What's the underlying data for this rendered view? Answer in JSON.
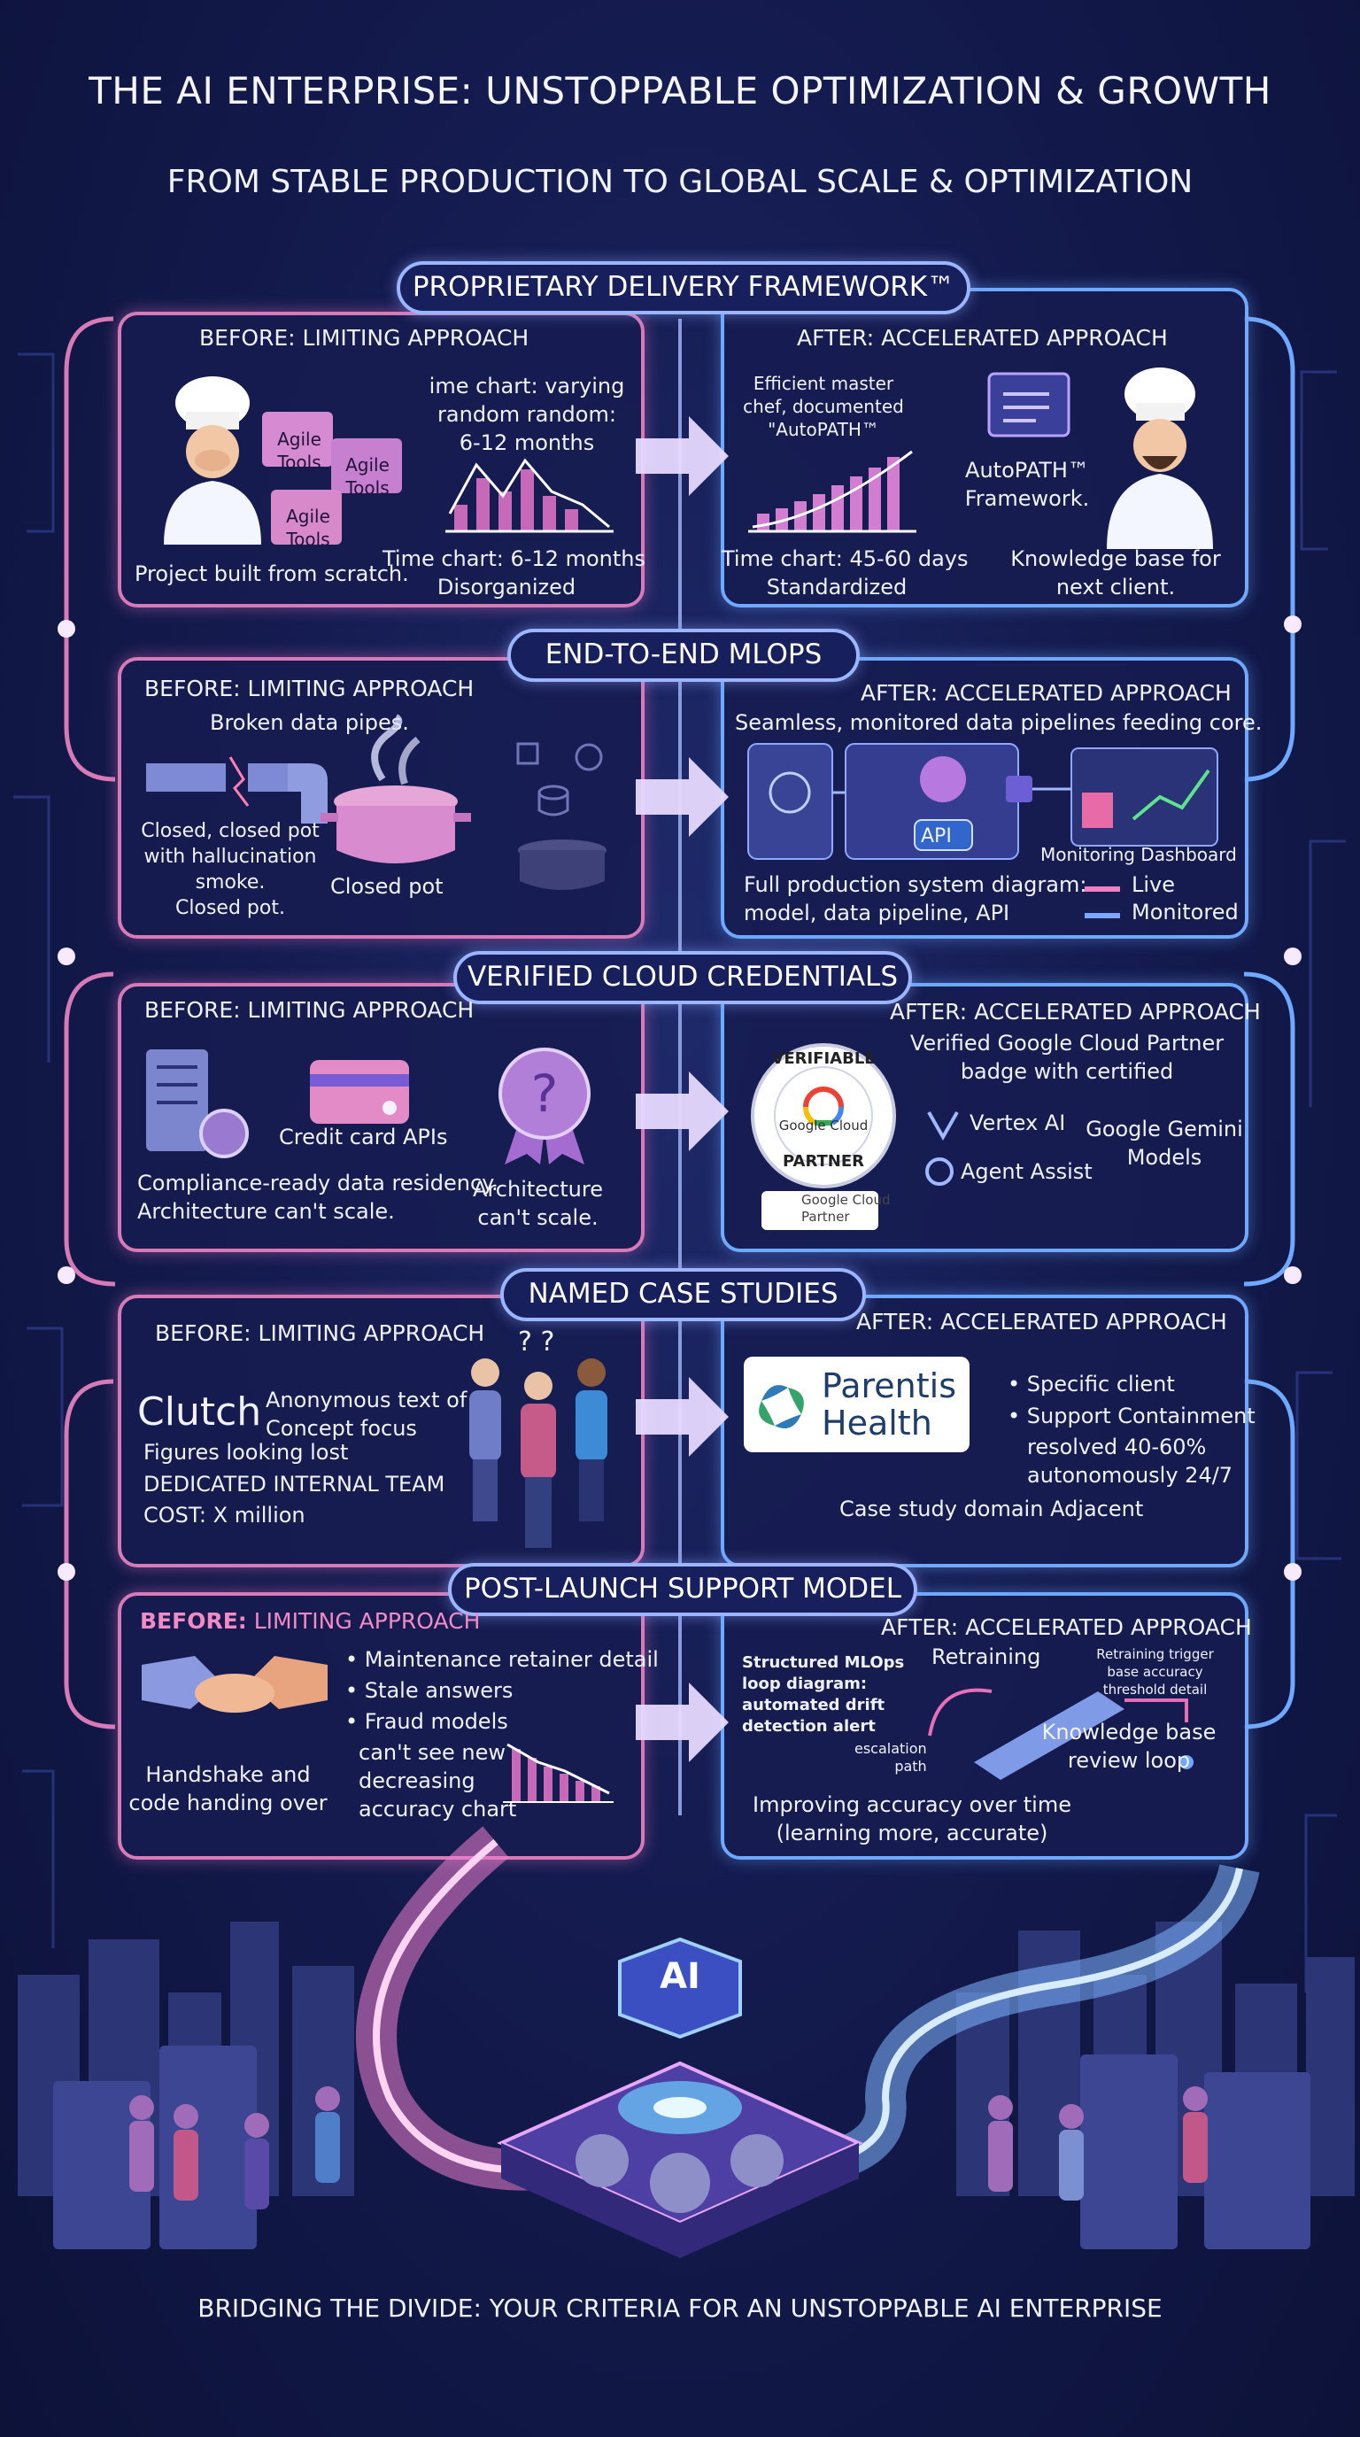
{
  "header": {
    "title": "THE AI ENTERPRISE: UNSTOPPABLE OPTIMIZATION & GROWTH",
    "subtitle": "FROM STABLE PRODUCTION TO GLOBAL SCALE & OPTIMIZATION"
  },
  "sections": [
    {
      "name": "PROPRIETARY DELIVERY FRAMEWORK™",
      "before": {
        "heading": "BEFORE: LIMITING APPROACH",
        "folders": [
          "Agile\nTools",
          "Agile\nTools",
          "Agile\nTools"
        ],
        "chart_text": "ime chart: varying\nrandom random:\n6-12 months",
        "caption_left": "Project built from scratch.",
        "caption_right": "Time chart: 6-12 months\nDisorganized"
      },
      "after": {
        "heading": "AFTER: ACCELERATED APPROACH",
        "chart_text": "Efficient master\nchef, documented\n\"AutoPATH™",
        "framework_text": "AutoPATH™\nFramework.",
        "caption_left": "Time chart: 45-60 days\nStandardized",
        "caption_right": "Knowledge base for\nnext client."
      }
    },
    {
      "name": "END-TO-END MLOPS",
      "before": {
        "heading": "BEFORE: LIMITING APPROACH",
        "pipes_text": "Broken data pipes.",
        "left_caption": "Closed, closed pot\nwith hallucination\nsmoke.\nClosed pot.",
        "pot_caption": "Closed pot"
      },
      "after": {
        "heading": "AFTER: ACCELERATED APPROACH",
        "description": "Seamless, monitored data pipelines feeding core.",
        "api_label": "API",
        "dashboard_label": "Monitoring Dashboard",
        "diagram_caption": "Full production system diagram:\nmodel, data pipeline, API",
        "legend": [
          "Live",
          "Monitored"
        ]
      }
    },
    {
      "name": "VERIFIED CLOUD CREDENTIALS",
      "before": {
        "heading": "BEFORE: LIMITING APPROACH",
        "card_text": "Credit card APIs",
        "caption_left": "Compliance-ready data residency.\nArchitecture can't scale.",
        "caption_right": "Architecture\ncan't scale."
      },
      "after": {
        "heading": "AFTER: ACCELERATED APPROACH",
        "description": "Verified Google Cloud Partner\nbadge with certified",
        "badge_top": "VERIFIABLE",
        "badge_mid": "Google Cloud",
        "badge_bottom": "PARTNER",
        "small_badge": "Google Cloud\nPartner",
        "items": [
          "Vertex AI",
          "Agent Assist"
        ],
        "gemini": "Google Gemini\nModels"
      }
    },
    {
      "name": "NAMED CASE STUDIES",
      "before": {
        "heading": "BEFORE: LIMITING APPROACH",
        "logo": "Clutch",
        "anon_text": "Anonymous text of\nConcept focus",
        "lines": [
          "Figures looking lost",
          "DEDICATED INTERNAL TEAM",
          "COST: X million"
        ],
        "question": "? ?"
      },
      "after": {
        "heading": "AFTER: ACCELERATED APPROACH",
        "logo_line1": "Parentis",
        "logo_line2": "Health",
        "bullets": [
          "Specific client",
          "Support Containment"
        ],
        "bullet_tail": "resolved 40-60%\nautonomously 24/7",
        "footer": "Case study domain Adjacent"
      }
    },
    {
      "name": "POST-LAUNCH SUPPORT MODEL",
      "before": {
        "heading_bold": "BEFORE:",
        "heading_rest": "LIMITING APPROACH",
        "handshake": "Handshake and\ncode handing over",
        "bullets": [
          "Maintenance retainer detail",
          "Stale answers",
          "Fraud models"
        ],
        "bullet_tail": "can't see new\ndecreasing\naccuracy chart"
      },
      "after": {
        "heading": "AFTER: ACCELERATED APPROACH",
        "loop_title": "Structured MLOps\nloop diagram:\nautomated drift\ndetection alert",
        "retraining": "Retraining",
        "trigger": "Retraining trigger\nbase accuracy\nthreshold detail",
        "escalation": "escalation\npath",
        "kb": "Knowledge base\nreview loop",
        "footer": "Improving accuracy over time\n(learning more, accurate)"
      }
    }
  ],
  "hub": {
    "label": "AI"
  },
  "footer": {
    "text": "BRIDGING THE DIVIDE: YOUR CRITERIA FOR AN UNSTOPPABLE AI ENTERPRISE"
  },
  "colors": {
    "before": "#d77bb8",
    "after": "#6fa8ff",
    "background": "#141b4f"
  }
}
